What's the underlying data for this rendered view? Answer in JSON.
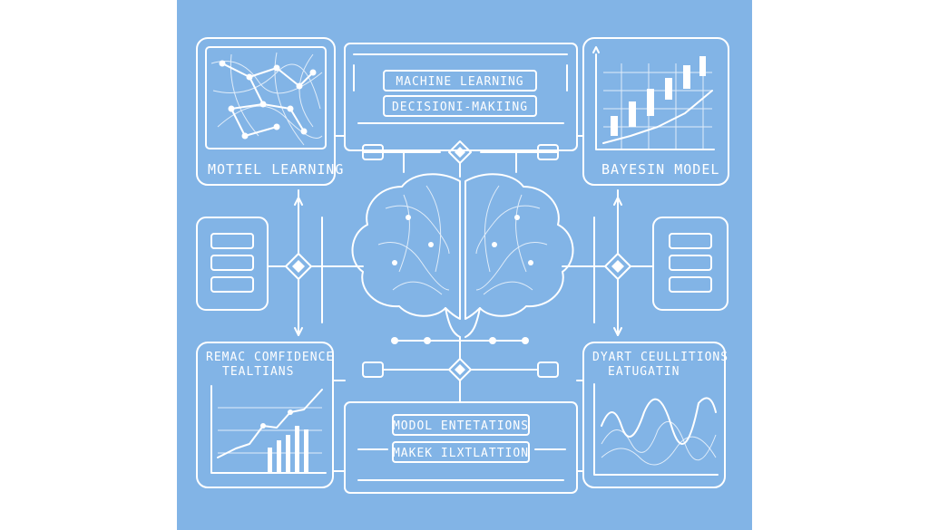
{
  "colors": {
    "background": "#82b4e6",
    "line": "#ffffff",
    "panel": "#9cc4ee"
  },
  "panels": {
    "top_left": {
      "label": "MOTIEL LEARNING",
      "icon": "network-graph-icon"
    },
    "top_right": {
      "label": "BAYESIN MODEL",
      "icon": "bar-chart-icon"
    },
    "bottom_left": {
      "label_line1": "REMAC COMFIDENCE",
      "label_line2": "TEALTIANS",
      "icon": "line-bar-chart-icon"
    },
    "bottom_right": {
      "label_line1": "DYART CEULLITIONS",
      "label_line2": "EATUGATIN",
      "icon": "wave-chart-icon"
    }
  },
  "center": {
    "top_labels": [
      "MACHINE LEARNING",
      "DECISIONI-MAKIING"
    ],
    "bottom_labels": [
      "MODOL ENTETATIONS",
      "MAKEK ILXTLATTION"
    ],
    "icon": "brain-icon"
  },
  "side_icons": [
    "database-stack-icon",
    "database-stack-icon"
  ]
}
